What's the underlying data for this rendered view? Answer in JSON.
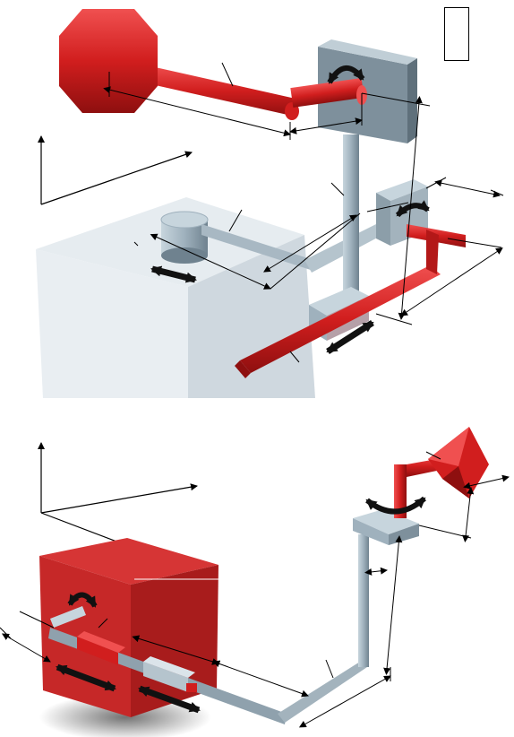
{
  "figure": {
    "panels": [
      "top-robot",
      "bottom-robot"
    ],
    "colors": {
      "moving_red": "#d11e1e",
      "moving_red_dark": "#8e0f0f",
      "moving_red_light": "#f05050",
      "static_gray": "#9fb1bd",
      "static_gray_dark": "#6f828f",
      "static_gray_light": "#c7d5dd",
      "base_block_light": "#e3e9ee",
      "base_block_side": "#cfd8df",
      "arrow": "#111111"
    },
    "icons": {
      "rotation": "curved-double-arrow",
      "translation": "straight-double-arrow",
      "axes": "coordinate-axes"
    },
    "legend_box_text": ""
  }
}
